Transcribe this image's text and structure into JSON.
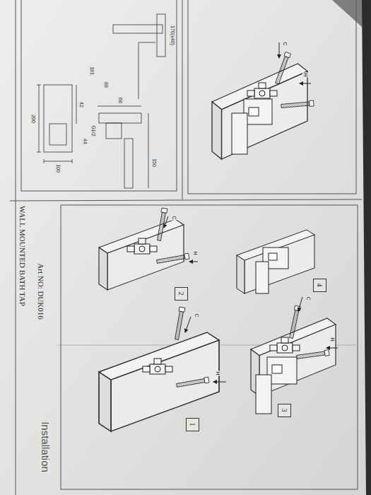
{
  "diagram": {
    "title": "WALL MOUNTED BATH TAP",
    "nodes": [
      {
        "text": [
          "1"
        ]
      },
      {
        "text": [
          "2"
        ]
      },
      {
        "text": [
          "3"
        ]
      },
      {
        "text": [
          "4"
        ]
      }
    ],
    "labels": [
      "Art NO: DUK016",
      "Installation",
      "C",
      "H",
      "C",
      "H",
      "C",
      "H",
      "C",
      "H",
      "200",
      "100",
      "42",
      "44",
      "181",
      "88",
      "68",
      "G1/2",
      "150",
      "170(±40)"
    ]
  }
}
